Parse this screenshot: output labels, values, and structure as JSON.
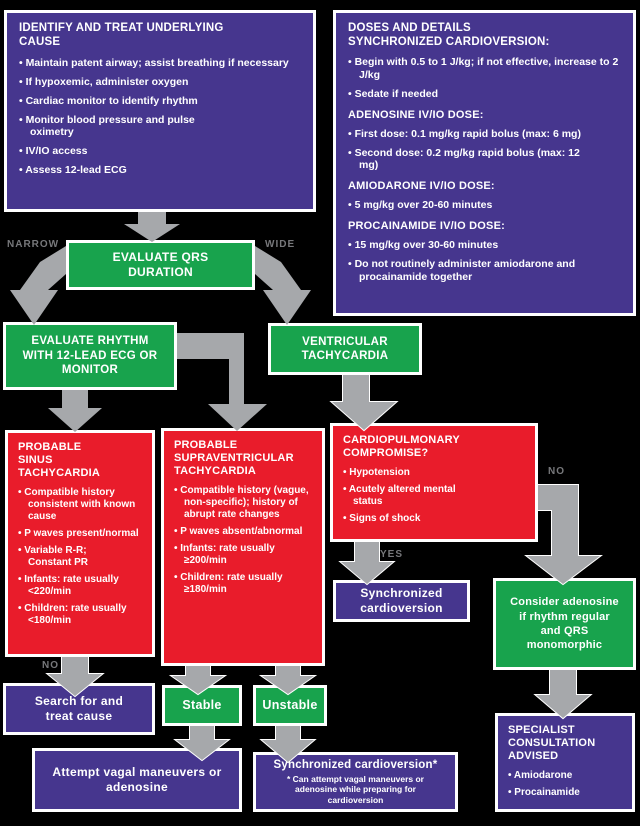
{
  "colors": {
    "purple": "#46368e",
    "green": "#18a34d",
    "red": "#e91c2b",
    "arrow_gray": "#a6a8ab",
    "label_gray": "#77787b",
    "background": "#000000",
    "box_border": "#ffffff"
  },
  "labels": {
    "narrow": "NARROW",
    "wide": "WIDE",
    "no_left": "NO",
    "yes": "YES",
    "no_right": "NO"
  },
  "boxes": {
    "identify": {
      "title": "IDENTIFY AND TREAT UNDERLYING CAUSE",
      "bullets": [
        "Maintain patent airway; assist breathing if necessary",
        "If hypoxemic, administer oxygen",
        "Cardiac monitor to identify rhythm",
        "Monitor blood pressure and pulse oximetry",
        "IV/IO access",
        "Assess 12-lead ECG"
      ]
    },
    "doses": {
      "title_line1": "DOSES AND DETAILS",
      "title_line2": "SYNCHRONIZED CARDIOVERSION:",
      "cardioversion_bullets": [
        "Begin with 0.5 to 1 J/kg; if not effective, increase to 2 J/kg",
        "Sedate if needed"
      ],
      "adenosine_heading": "ADENOSINE IV/IO DOSE:",
      "adenosine_bullets": [
        "First dose: 0.1 mg/kg rapid bolus (max: 6 mg)",
        "Second dose: 0.2 mg/kg rapid bolus (max: 12 mg)"
      ],
      "amiodarone_heading": "AMIODARONE IV/IO DOSE:",
      "amiodarone_bullets": [
        "5 mg/kg over 20-60 minutes"
      ],
      "procainamide_heading": "PROCAINAMIDE IV/IO DOSE:",
      "procainamide_bullets": [
        "15 mg/kg over 30-60 minutes",
        "Do not routinely administer amiodarone and procainamide together"
      ]
    },
    "evaluate_qrs": {
      "label": "EVALUATE QRS DURATION"
    },
    "evaluate_rhythm": {
      "label": "EVALUATE RHYTHM WITH 12-LEAD ECG OR MONITOR"
    },
    "vt": {
      "label": "VENTRICULAR TACHYCARDIA"
    },
    "sinus": {
      "title": "PROBABLE SINUS TACHYCARDIA",
      "bullets": [
        "Compatible history consistent with known cause",
        "P waves present/normal",
        "Variable R-R; Constant PR",
        "Infants: rate usually <220/min",
        "Children: rate usually <180/min"
      ]
    },
    "svt": {
      "title": "PROBABLE SUPRAVENTRICULAR TACHYCARDIA",
      "bullets": [
        "Compatible history (vague, non-specific); history of abrupt rate changes",
        "P waves absent/abnormal",
        "Infants: rate usually ≥200/min",
        "Children: rate usually ≥180/min"
      ]
    },
    "cardio": {
      "title": "CARDIOPULMONARY COMPROMISE?",
      "bullets": [
        "Hypotension",
        "Acutely altered mental status",
        "Signs of shock"
      ]
    },
    "sync_cardioversion": {
      "label": "Synchronized cardioversion"
    },
    "consider_adenosine": {
      "label": "Consider adenosine if rhythm regular and QRS monomorphic"
    },
    "specialist": {
      "title": "SPECIALIST CONSULTATION ADVISED",
      "bullets": [
        "Amiodarone",
        "Procainamide"
      ]
    },
    "search_treat": {
      "label": "Search for and treat cause"
    },
    "stable": {
      "label": "Stable"
    },
    "unstable": {
      "label": "Unstable"
    },
    "attempt_vagal": {
      "label": "Attempt vagal maneuvers or adenosine"
    },
    "sync_cardioversion2": {
      "label": "Synchronized cardioversion*",
      "footnote": "* Can attempt vagal maneuvers or adenosine while preparing for cardioversion"
    }
  }
}
